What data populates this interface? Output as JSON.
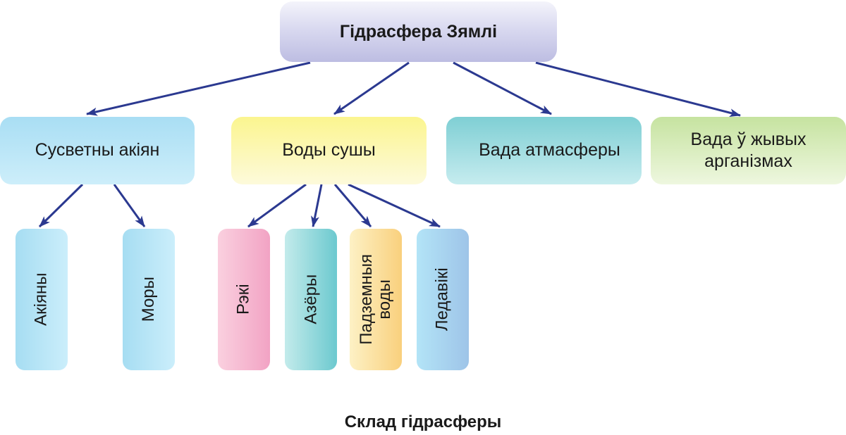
{
  "diagram": {
    "root": "Гідрасфера Зямлі",
    "categories": {
      "ocean": "Сусветны акіян",
      "land": "Воды сушы",
      "atmosphere": "Вада атмасферы",
      "organisms_line1": "Вада ў жывых",
      "organisms_line2": "арганізмах"
    },
    "ocean_parts": {
      "oceans": "Акіяны",
      "seas": "Моры"
    },
    "land_parts": {
      "rivers": "Рэкі",
      "lakes": "Азёры",
      "groundwater_line1": "Падземныя",
      "groundwater_line2": "воды",
      "glaciers": "Ледавікі"
    },
    "caption": "Склад гідрасферы"
  },
  "colors": {
    "arrow": "#2b3990"
  }
}
